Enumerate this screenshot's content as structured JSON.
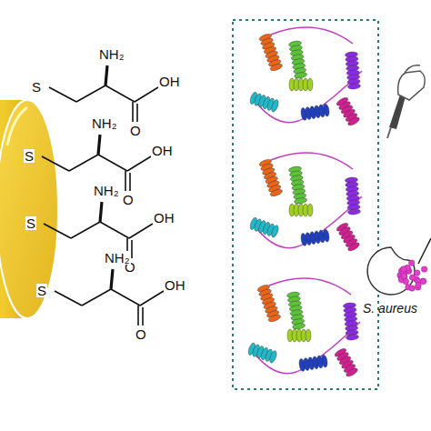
{
  "diagram": {
    "labels": [
      "S",
      "NH₂",
      "OH",
      "O",
      "S",
      "NH₂",
      "OH",
      "O",
      "S",
      "NH₂",
      "OH",
      "O",
      "S",
      "NH₂",
      "OH",
      "O",
      "S. aureus"
    ]
  }
}
